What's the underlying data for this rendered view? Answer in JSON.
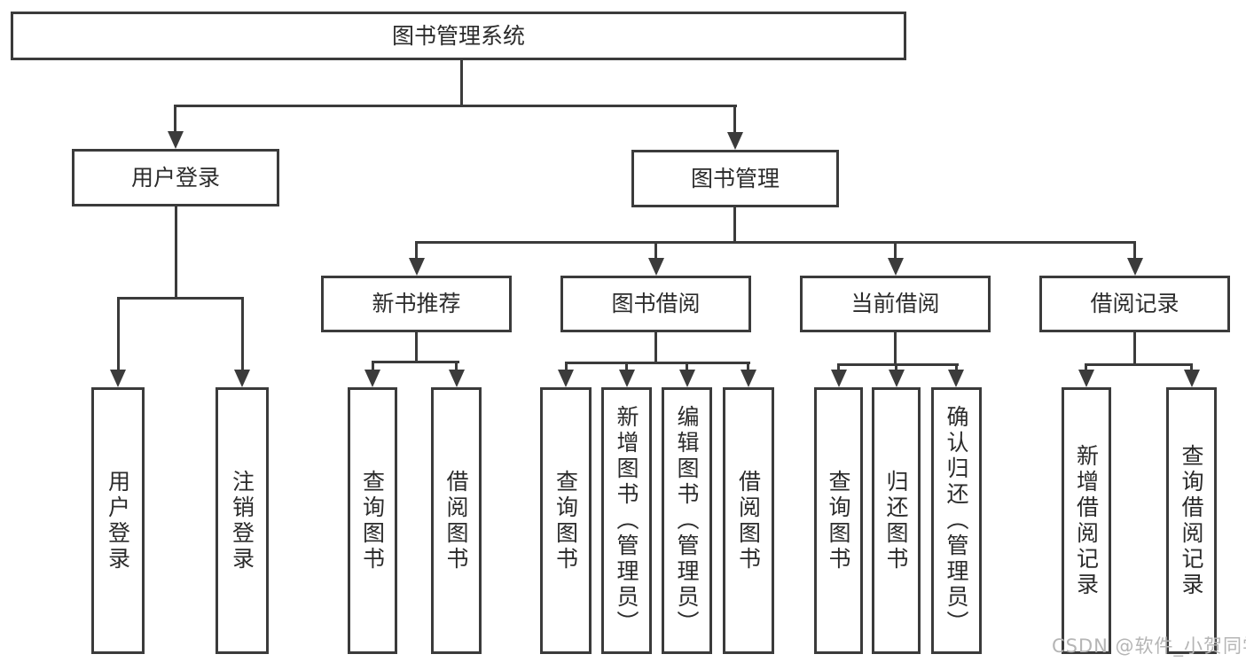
{
  "title": {
    "label": "图书管理系统"
  },
  "branches": [
    {
      "label": "用户登录",
      "children": [
        {
          "label": "用户登录"
        },
        {
          "label": "注销登录"
        }
      ]
    },
    {
      "label": "图书管理",
      "children": [
        {
          "label": "新书推荐",
          "children": [
            {
              "label": "查询图书"
            },
            {
              "label": "借阅图书"
            }
          ]
        },
        {
          "label": "图书借阅",
          "children": [
            {
              "label": "查询图书"
            },
            {
              "label": "新增图书（管理员）"
            },
            {
              "label": "编辑图书（管理员）"
            },
            {
              "label": "借阅图书"
            }
          ]
        },
        {
          "label": "当前借阅",
          "children": [
            {
              "label": "查询图书"
            },
            {
              "label": "归还图书"
            },
            {
              "label": "确认归还（管理员）"
            }
          ]
        },
        {
          "label": "借阅记录",
          "children": [
            {
              "label": "新增借阅记录"
            },
            {
              "label": "查询借阅记录"
            }
          ]
        }
      ]
    }
  ],
  "watermark": {
    "text": "CSDN @软件_小贺同学"
  },
  "colors": {
    "line": "#3b3b3b",
    "text": "#2b2b2b",
    "watermark": "#b5b5b5",
    "background": "#ffffff"
  }
}
